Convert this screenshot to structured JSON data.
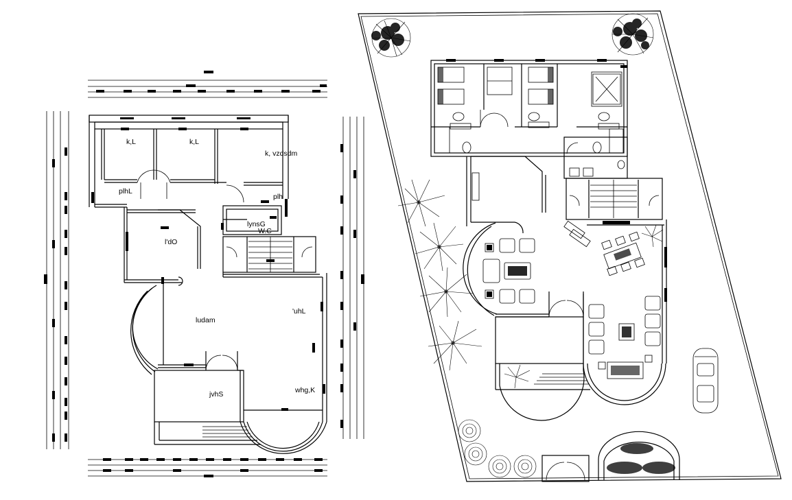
{
  "ground_floor_plan": {
    "room_labels": {
      "bedroom_1": "k,L",
      "bedroom_2": "k,L",
      "bedroom_3": "k, vzdsdm",
      "hall": "plhL",
      "bath": "plh",
      "storage": "lynsG",
      "wc": "W.C",
      "dining": "l'dO",
      "living": "ludam",
      "reception": "'uhL",
      "entrance": "jvhS",
      "terrace": "whg,K"
    }
  },
  "site_plan": {
    "elements": [
      "bedroom-suite",
      "living-area",
      "dining-area",
      "garden",
      "parking",
      "gate"
    ]
  }
}
